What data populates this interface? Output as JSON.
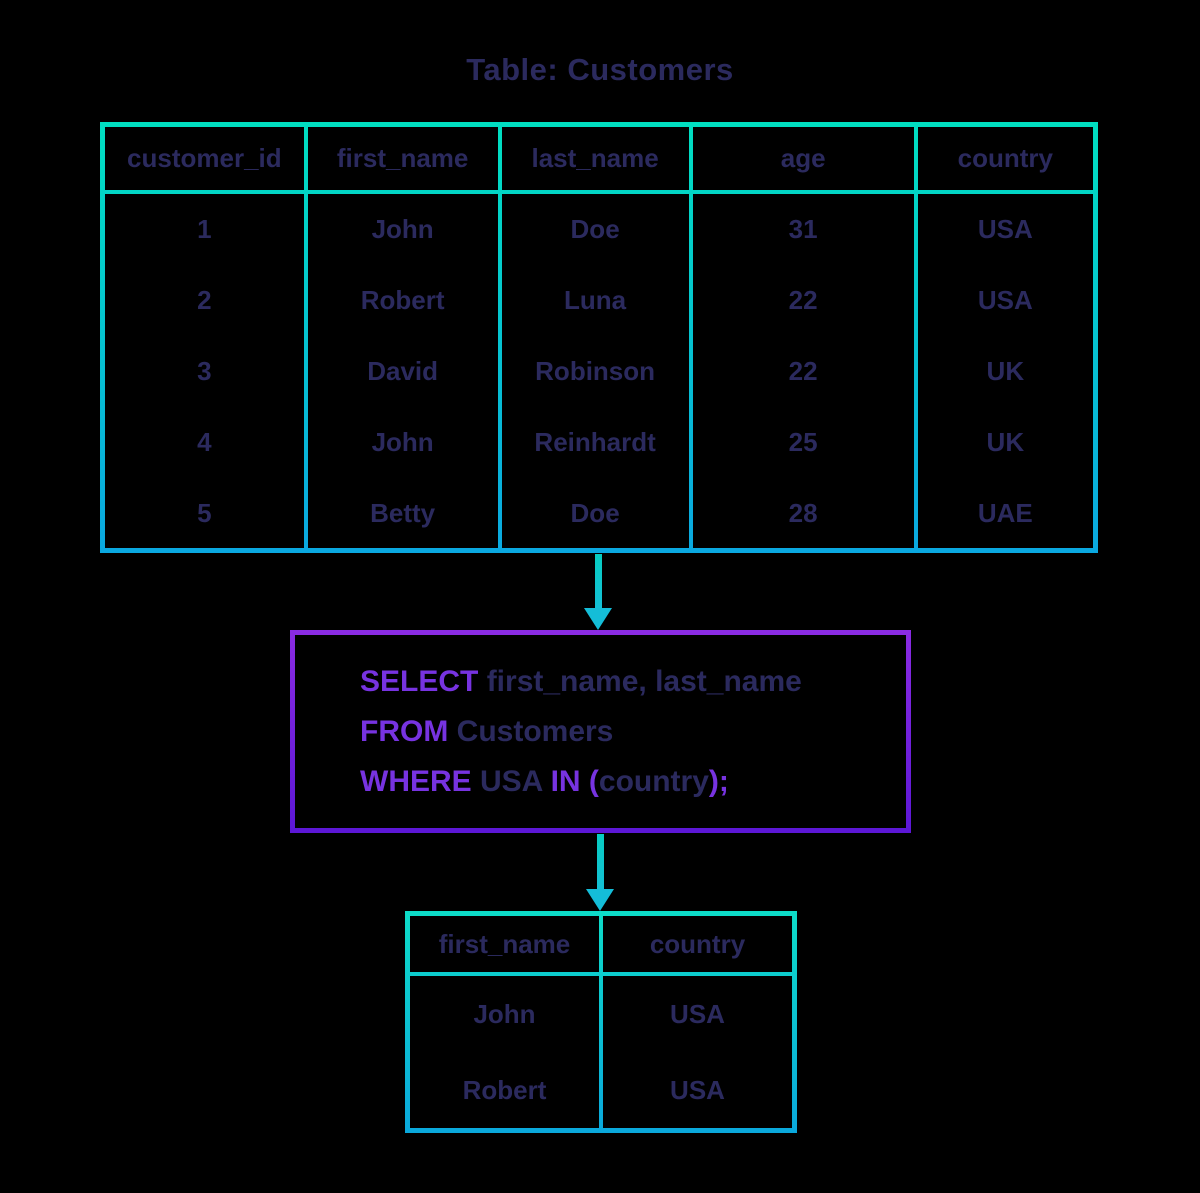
{
  "title": "Table: Customers",
  "colors": {
    "background": "#000000",
    "text_navy": "#2b2a5e",
    "table_border_top": "#00dfc1",
    "table_border_bottom": "#0aa8e0",
    "sql_border_top": "#8a2be2",
    "sql_border_bottom": "#5c17d6",
    "sql_keyword": "#7733e0",
    "arrow": "#14bdd8"
  },
  "source_table": {
    "headers": [
      "customer_id",
      "first_name",
      "last_name",
      "age",
      "country"
    ],
    "rows": [
      [
        "1",
        "John",
        "Doe",
        "31",
        "USA"
      ],
      [
        "2",
        "Robert",
        "Luna",
        "22",
        "USA"
      ],
      [
        "3",
        "David",
        "Robinson",
        "22",
        "UK"
      ],
      [
        "4",
        "John",
        "Reinhardt",
        "25",
        "UK"
      ],
      [
        "5",
        "Betty",
        "Doe",
        "28",
        "UAE"
      ]
    ]
  },
  "query": {
    "sql": "SELECT first_name, last_name FROM Customers WHERE USA IN (country);",
    "lines": [
      {
        "tokens": [
          {
            "text": "SELECT ",
            "type": "keyword"
          },
          {
            "text": "first_name, last_name",
            "type": "plain"
          }
        ]
      },
      {
        "tokens": [
          {
            "text": "FROM ",
            "type": "keyword"
          },
          {
            "text": "Customers",
            "type": "plain"
          }
        ]
      },
      {
        "tokens": [
          {
            "text": "WHERE ",
            "type": "keyword"
          },
          {
            "text": "USA ",
            "type": "plain"
          },
          {
            "text": "IN (",
            "type": "keyword"
          },
          {
            "text": "country",
            "type": "plain"
          },
          {
            "text": ");",
            "type": "keyword"
          }
        ]
      }
    ]
  },
  "result_table": {
    "headers": [
      "first_name",
      "country"
    ],
    "rows": [
      [
        "John",
        "USA"
      ],
      [
        "Robert",
        "USA"
      ]
    ]
  }
}
